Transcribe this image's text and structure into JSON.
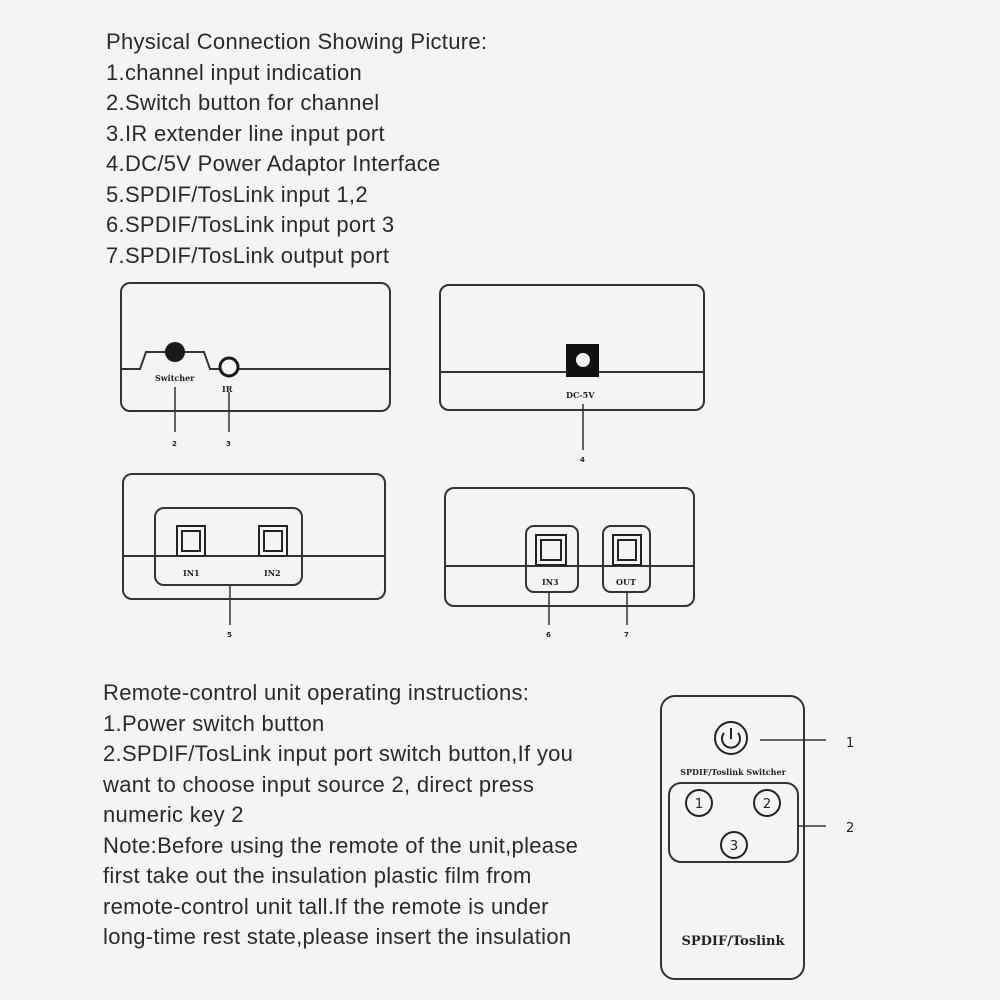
{
  "connection": {
    "heading": "Physical Connection Showing Picture:",
    "items": [
      "1.channel input indication",
      "2.Switch button for channel",
      "3.IR extender line input port",
      "4.DC/5V Power Adaptor Interface",
      "5.SPDIF/TosLink input 1,2",
      "6.SPDIF/TosLink input port 3",
      "7.SPDIF/TosLink output port"
    ]
  },
  "diagram": {
    "switcher_label": "Switcher",
    "ir_label": "IR",
    "dc_label": "DC-5V",
    "in1_label": "IN1",
    "in2_label": "IN2",
    "in3_label": "IN3",
    "out_label": "OUT",
    "callouts": [
      "2",
      "3",
      "4",
      "5",
      "6",
      "7"
    ]
  },
  "remote_instructions": {
    "heading": "Remote-control unit operating instructions:",
    "lines": [
      "1.Power switch button",
      "2.SPDIF/TosLink input port switch button,If you",
      "want to choose input source 2, direct press",
      "numeric key 2",
      "Note:Before using the remote of the unit,please",
      "first take out the insulation plastic film from",
      "remote-control unit tall.If the remote is under",
      "long-time rest state,please insert the insulation"
    ]
  },
  "remote": {
    "title": "SPDIF/Toslink Switcher",
    "buttons": [
      "1",
      "2",
      "3"
    ],
    "brand": "SPDIF/Toslink",
    "callouts": [
      "1",
      "2"
    ]
  }
}
